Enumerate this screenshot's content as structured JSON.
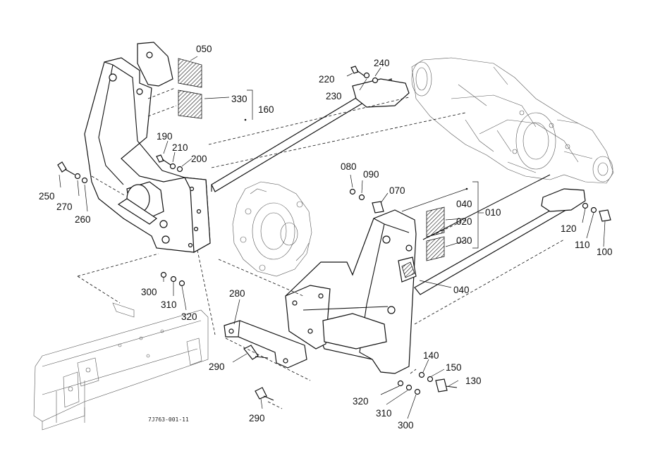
{
  "drawing_code": "7J763-001-11",
  "callouts": [
    {
      "id": "c050",
      "label": "050"
    },
    {
      "id": "c330",
      "label": "330"
    },
    {
      "id": "c160",
      "label": "160"
    },
    {
      "id": "c220",
      "label": "220"
    },
    {
      "id": "c240",
      "label": "240"
    },
    {
      "id": "c230",
      "label": "230"
    },
    {
      "id": "c190",
      "label": "190"
    },
    {
      "id": "c210",
      "label": "210"
    },
    {
      "id": "c200",
      "label": "200"
    },
    {
      "id": "c250",
      "label": "250"
    },
    {
      "id": "c270",
      "label": "270"
    },
    {
      "id": "c260",
      "label": "260"
    },
    {
      "id": "c080",
      "label": "080"
    },
    {
      "id": "c090",
      "label": "090"
    },
    {
      "id": "c070",
      "label": "070"
    },
    {
      "id": "c040a",
      "label": "040"
    },
    {
      "id": "c010",
      "label": "010"
    },
    {
      "id": "c020",
      "label": "020"
    },
    {
      "id": "c030",
      "label": "030"
    },
    {
      "id": "c120",
      "label": "120"
    },
    {
      "id": "c110",
      "label": "110"
    },
    {
      "id": "c100",
      "label": "100"
    },
    {
      "id": "c040b",
      "label": "040"
    },
    {
      "id": "c300a",
      "label": "300"
    },
    {
      "id": "c310a",
      "label": "310"
    },
    {
      "id": "c320a",
      "label": "320"
    },
    {
      "id": "c280",
      "label": "280"
    },
    {
      "id": "c290a",
      "label": "290"
    },
    {
      "id": "c290b",
      "label": "290"
    },
    {
      "id": "c140",
      "label": "140"
    },
    {
      "id": "c150",
      "label": "150"
    },
    {
      "id": "c130",
      "label": "130"
    },
    {
      "id": "c320b",
      "label": "320"
    },
    {
      "id": "c310b",
      "label": "310"
    },
    {
      "id": "c300b",
      "label": "300"
    }
  ]
}
